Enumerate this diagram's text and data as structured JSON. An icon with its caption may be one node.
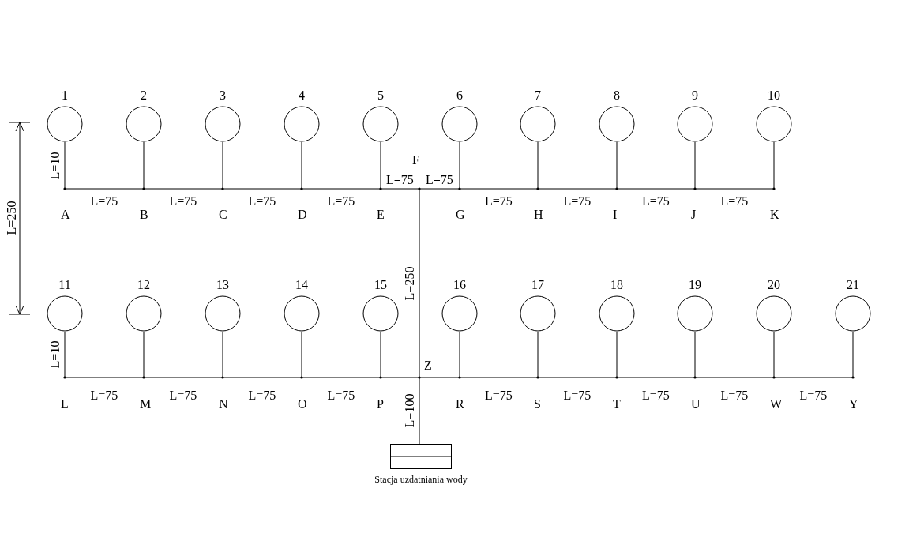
{
  "diagram": {
    "nodes": [
      {
        "text": [
          "1"
        ]
      },
      {
        "text": [
          "2"
        ]
      },
      {
        "text": [
          "3"
        ]
      },
      {
        "text": [
          "4"
        ]
      },
      {
        "text": [
          "5"
        ]
      },
      {
        "text": [
          "6"
        ]
      },
      {
        "text": [
          "7"
        ]
      },
      {
        "text": [
          "8"
        ]
      },
      {
        "text": [
          "9"
        ]
      },
      {
        "text": [
          "10"
        ]
      },
      {
        "text": [],
        "shape": "point",
        "beside": [
          "A"
        ]
      },
      {
        "text": [],
        "shape": "point",
        "beside": [
          "B"
        ]
      },
      {
        "text": [],
        "shape": "point",
        "beside": [
          "C"
        ]
      },
      {
        "text": [],
        "shape": "point",
        "beside": [
          "D"
        ]
      },
      {
        "text": [],
        "shape": "point",
        "beside": [
          "E"
        ]
      },
      {
        "text": [],
        "shape": "point",
        "beside": [
          "F"
        ]
      },
      {
        "text": [],
        "shape": "point",
        "beside": [
          "G"
        ]
      },
      {
        "text": [],
        "shape": "point",
        "beside": [
          "H"
        ]
      },
      {
        "text": [],
        "shape": "point",
        "beside": [
          "I"
        ]
      },
      {
        "text": [],
        "shape": "point",
        "beside": [
          "J"
        ]
      },
      {
        "text": [],
        "shape": "point",
        "beside": [
          "K"
        ]
      },
      {
        "text": [
          "11"
        ]
      },
      {
        "text": [
          "12"
        ]
      },
      {
        "text": [
          "13"
        ]
      },
      {
        "text": [
          "14"
        ]
      },
      {
        "text": [
          "15"
        ]
      },
      {
        "text": [
          "16"
        ]
      },
      {
        "text": [
          "17"
        ]
      },
      {
        "text": [
          "18"
        ]
      },
      {
        "text": [
          "19"
        ]
      },
      {
        "text": [
          "20"
        ]
      },
      {
        "text": [
          "21"
        ]
      },
      {
        "text": [],
        "shape": "point",
        "beside": [
          "L"
        ]
      },
      {
        "text": [],
        "shape": "point",
        "beside": [
          "M"
        ]
      },
      {
        "text": [],
        "shape": "point",
        "beside": [
          "N"
        ]
      },
      {
        "text": [],
        "shape": "point",
        "beside": [
          "O"
        ]
      },
      {
        "text": [],
        "shape": "point",
        "beside": [
          "P"
        ]
      },
      {
        "text": [],
        "shape": "point",
        "beside": [
          "Z"
        ]
      },
      {
        "text": [],
        "shape": "point",
        "beside": [
          "R"
        ]
      },
      {
        "text": [],
        "shape": "point",
        "beside": [
          "S"
        ]
      },
      {
        "text": [],
        "shape": "point",
        "beside": [
          "T"
        ]
      },
      {
        "text": [],
        "shape": "point",
        "beside": [
          "U"
        ]
      },
      {
        "text": [],
        "shape": "point",
        "beside": [
          "W"
        ]
      },
      {
        "text": [],
        "shape": "point",
        "beside": [
          "Y"
        ]
      },
      {
        "text": [
          "Stacja uzdatniania wody"
        ]
      }
    ],
    "edges": [
      {
        "from": 0,
        "to": 10,
        "arrow": "none",
        "label": "L=10"
      },
      {
        "from": 1,
        "to": 11,
        "arrow": "none"
      },
      {
        "from": 2,
        "to": 12,
        "arrow": "none"
      },
      {
        "from": 3,
        "to": 13,
        "arrow": "none"
      },
      {
        "from": 4,
        "to": 14,
        "arrow": "none"
      },
      {
        "from": 5,
        "to": 16,
        "arrow": "none"
      },
      {
        "from": 6,
        "to": 17,
        "arrow": "none"
      },
      {
        "from": 7,
        "to": 18,
        "arrow": "none"
      },
      {
        "from": 8,
        "to": 19,
        "arrow": "none"
      },
      {
        "from": 9,
        "to": 20,
        "arrow": "none"
      },
      {
        "from": 10,
        "to": 11,
        "arrow": "none",
        "label": "L=75"
      },
      {
        "from": 11,
        "to": 12,
        "arrow": "none",
        "label": "L=75"
      },
      {
        "from": 12,
        "to": 13,
        "arrow": "none",
        "label": "L=75"
      },
      {
        "from": 13,
        "to": 14,
        "arrow": "none",
        "label": "L=75"
      },
      {
        "from": 14,
        "to": 15,
        "arrow": "none",
        "label": "L=75"
      },
      {
        "from": 15,
        "to": 16,
        "arrow": "none",
        "label": "L=75"
      },
      {
        "from": 16,
        "to": 17,
        "arrow": "none",
        "label": "L=75"
      },
      {
        "from": 17,
        "to": 18,
        "arrow": "none",
        "label": "L=75"
      },
      {
        "from": 18,
        "to": 19,
        "arrow": "none",
        "label": "L=75"
      },
      {
        "from": 19,
        "to": 20,
        "arrow": "none",
        "label": "L=75"
      },
      {
        "from": 15,
        "to": 37,
        "arrow": "none",
        "label": "L=250"
      },
      {
        "from": 21,
        "to": 32,
        "arrow": "none",
        "label": "L=10"
      },
      {
        "from": 22,
        "to": 33,
        "arrow": "none"
      },
      {
        "from": 23,
        "to": 34,
        "arrow": "none"
      },
      {
        "from": 24,
        "to": 35,
        "arrow": "none"
      },
      {
        "from": 25,
        "to": 36,
        "arrow": "none"
      },
      {
        "from": 26,
        "to": 38,
        "arrow": "none"
      },
      {
        "from": 27,
        "to": 39,
        "arrow": "none"
      },
      {
        "from": 28,
        "to": 40,
        "arrow": "none"
      },
      {
        "from": 29,
        "to": 41,
        "arrow": "none"
      },
      {
        "from": 30,
        "to": 42,
        "arrow": "none"
      },
      {
        "from": 31,
        "to": 43,
        "arrow": "none"
      },
      {
        "from": 32,
        "to": 33,
        "arrow": "none",
        "label": "L=75"
      },
      {
        "from": 33,
        "to": 34,
        "arrow": "none",
        "label": "L=75"
      },
      {
        "from": 34,
        "to": 35,
        "arrow": "none",
        "label": "L=75"
      },
      {
        "from": 35,
        "to": 36,
        "arrow": "none",
        "label": "L=75"
      },
      {
        "from": 36,
        "to": 37,
        "arrow": "none"
      },
      {
        "from": 37,
        "to": 38,
        "arrow": "none"
      },
      {
        "from": 38,
        "to": 39,
        "arrow": "none",
        "label": "L=75"
      },
      {
        "from": 39,
        "to": 40,
        "arrow": "none",
        "label": "L=75"
      },
      {
        "from": 40,
        "to": 41,
        "arrow": "none",
        "label": "L=75"
      },
      {
        "from": 41,
        "to": 42,
        "arrow": "none",
        "label": "L=75"
      },
      {
        "from": 42,
        "to": 43,
        "arrow": "none",
        "label": "L=75"
      },
      {
        "from": 37,
        "to": 44,
        "arrow": "none",
        "label": "L=100"
      }
    ],
    "labels": [
      "L=250"
    ]
  }
}
